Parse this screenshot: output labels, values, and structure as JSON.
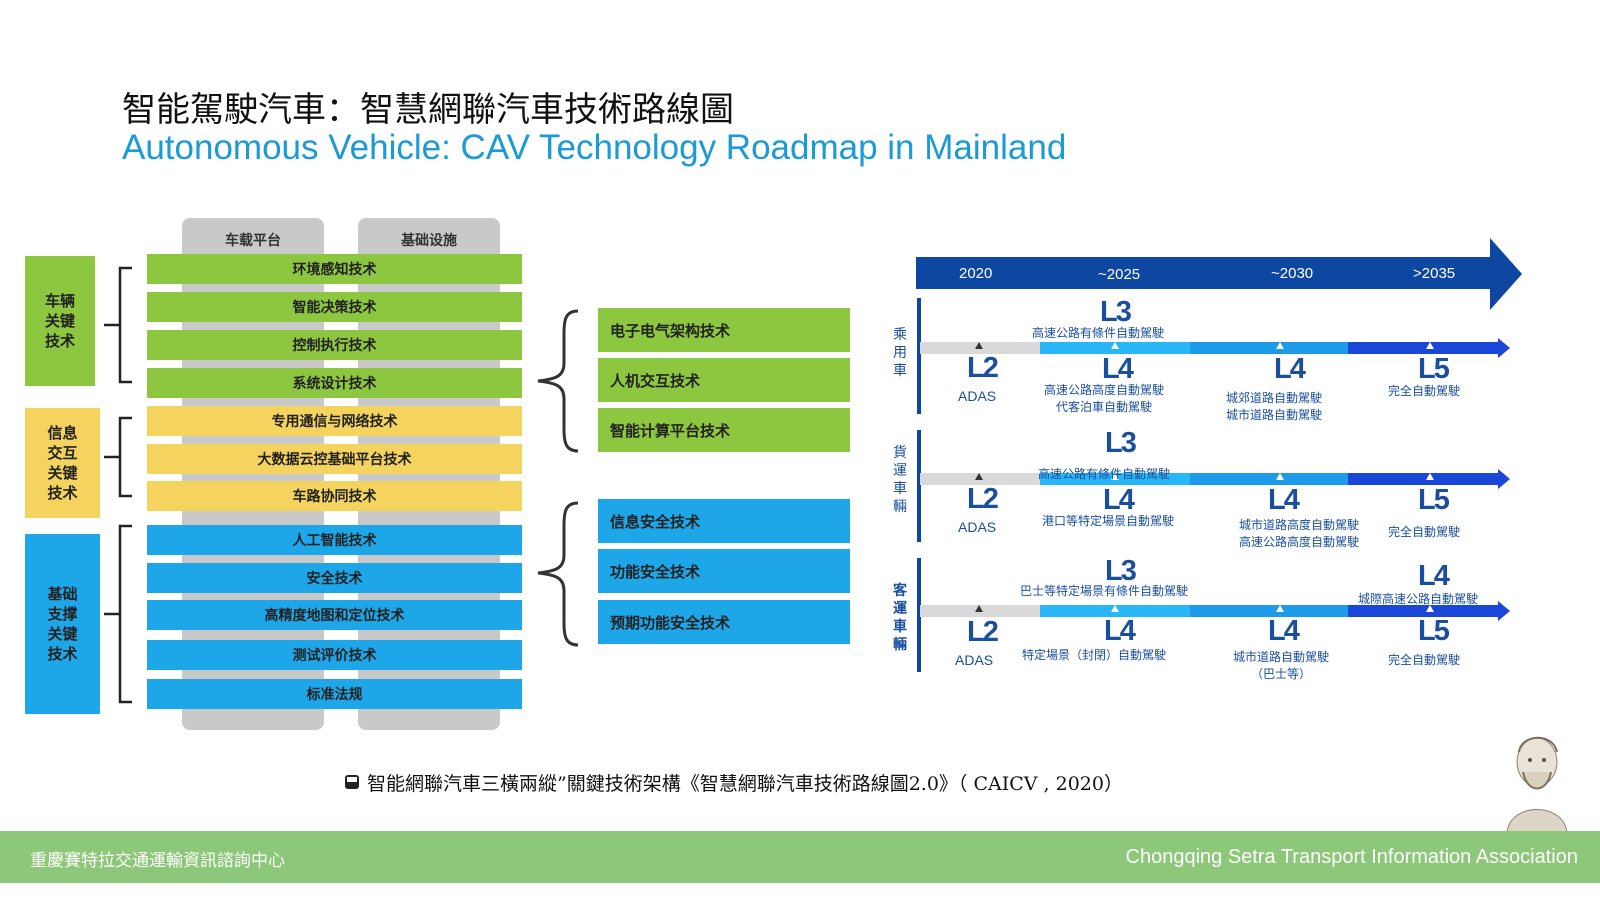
{
  "title_cn": "智能駕駛汽車：智慧網聯汽車技術路線圖",
  "title_en": "Autonomous Vehicle: CAV Technology Roadmap in Mainland",
  "architecture": {
    "col_heads": [
      "车载平台",
      "基础设施"
    ],
    "categories": [
      "车辆\n关键\n技术",
      "信息\n交互\n关键\n技术",
      "基础\n支撑\n关键\n技术"
    ],
    "bars": [
      "环境感知技术",
      "智能决策技术",
      "控制执行技术",
      "系统设计技术",
      "专用通信与网络技术",
      "大数据云控基础平台技术",
      "车路协同技术",
      "人工智能技术",
      "安全技术",
      "高精度地图和定位技术",
      "测试评价技术",
      "标准法规"
    ],
    "right_boxes": [
      "电子电气架构技术",
      "人机交互技术",
      "智能计算平台技术",
      "信息安全技术",
      "功能安全技术",
      "预期功能安全技术"
    ],
    "colors": {
      "green": "#8dc63f",
      "yellow": "#f4d35e",
      "blue": "#1ea7e8"
    }
  },
  "roadmap": {
    "years": [
      "2020",
      "~2025",
      "~2030",
      ">2035"
    ],
    "rows": [
      {
        "label": "乘\n用\n車",
        "l2": "L2",
        "adas": "ADAS",
        "top_level": "L3",
        "top_desc": "高速公路有條件自動駕駛",
        "b1_level": "L4",
        "b1_desc": "高速公路高度自動駕駛\n代客泊車自動駕駛",
        "b2_level": "L4",
        "b2_desc": "城郊道路自動駕駛\n城市道路自動駕駛",
        "b3_level": "L5",
        "b3_desc": "完全自動駕駛"
      },
      {
        "label": "貨\n運\n車\n輛",
        "l2": "L2",
        "adas": "ADAS",
        "top_level": "L3",
        "top_desc": "高速公路有條件自動駕駛",
        "b1_level": "L4",
        "b1_desc": "港口等特定場景自動駕駛",
        "b2_level": "L4",
        "b2_desc": "城市道路高度自動駕駛\n高速公路高度自動駕駛",
        "b3_level": "L5",
        "b3_desc": "完全自動駕駛"
      },
      {
        "label": "客\n運\n車\n輛",
        "l2": "L2",
        "adas": "ADAS",
        "top_level": "L3",
        "top_desc": "巴士等特定場景有條件自動駕駛",
        "top_right_level": "L4",
        "top_right_desc": "城際高速公路自動駕駛",
        "b1_level": "L4",
        "b1_desc": "特定場景（封閉）自動駕駛",
        "b2_level": "L4",
        "b2_desc": "城市道路自動駕駛\n（巴士等）",
        "b3_level": "L5",
        "b3_desc": "完全自動駕駛"
      }
    ],
    "colors": {
      "dark": "#0d47a1",
      "mid": "#1e88e5",
      "light": "#29b6f6",
      "grey": "#d9d9d9",
      "text": "#1a4fa0"
    }
  },
  "caption": "智能網聯汽車三橫兩縱”關鍵技術架構《智慧網聯汽車技術路線圖2.0》（ CAICV , 2020）",
  "caption_icon": "bus-icon",
  "footer": {
    "cn": "重慶賽特拉交通運輸資訊諮詢中心",
    "en": "Chongqing Setra Transport Information Association"
  },
  "portrait_icon": "portrait-sketch-icon"
}
